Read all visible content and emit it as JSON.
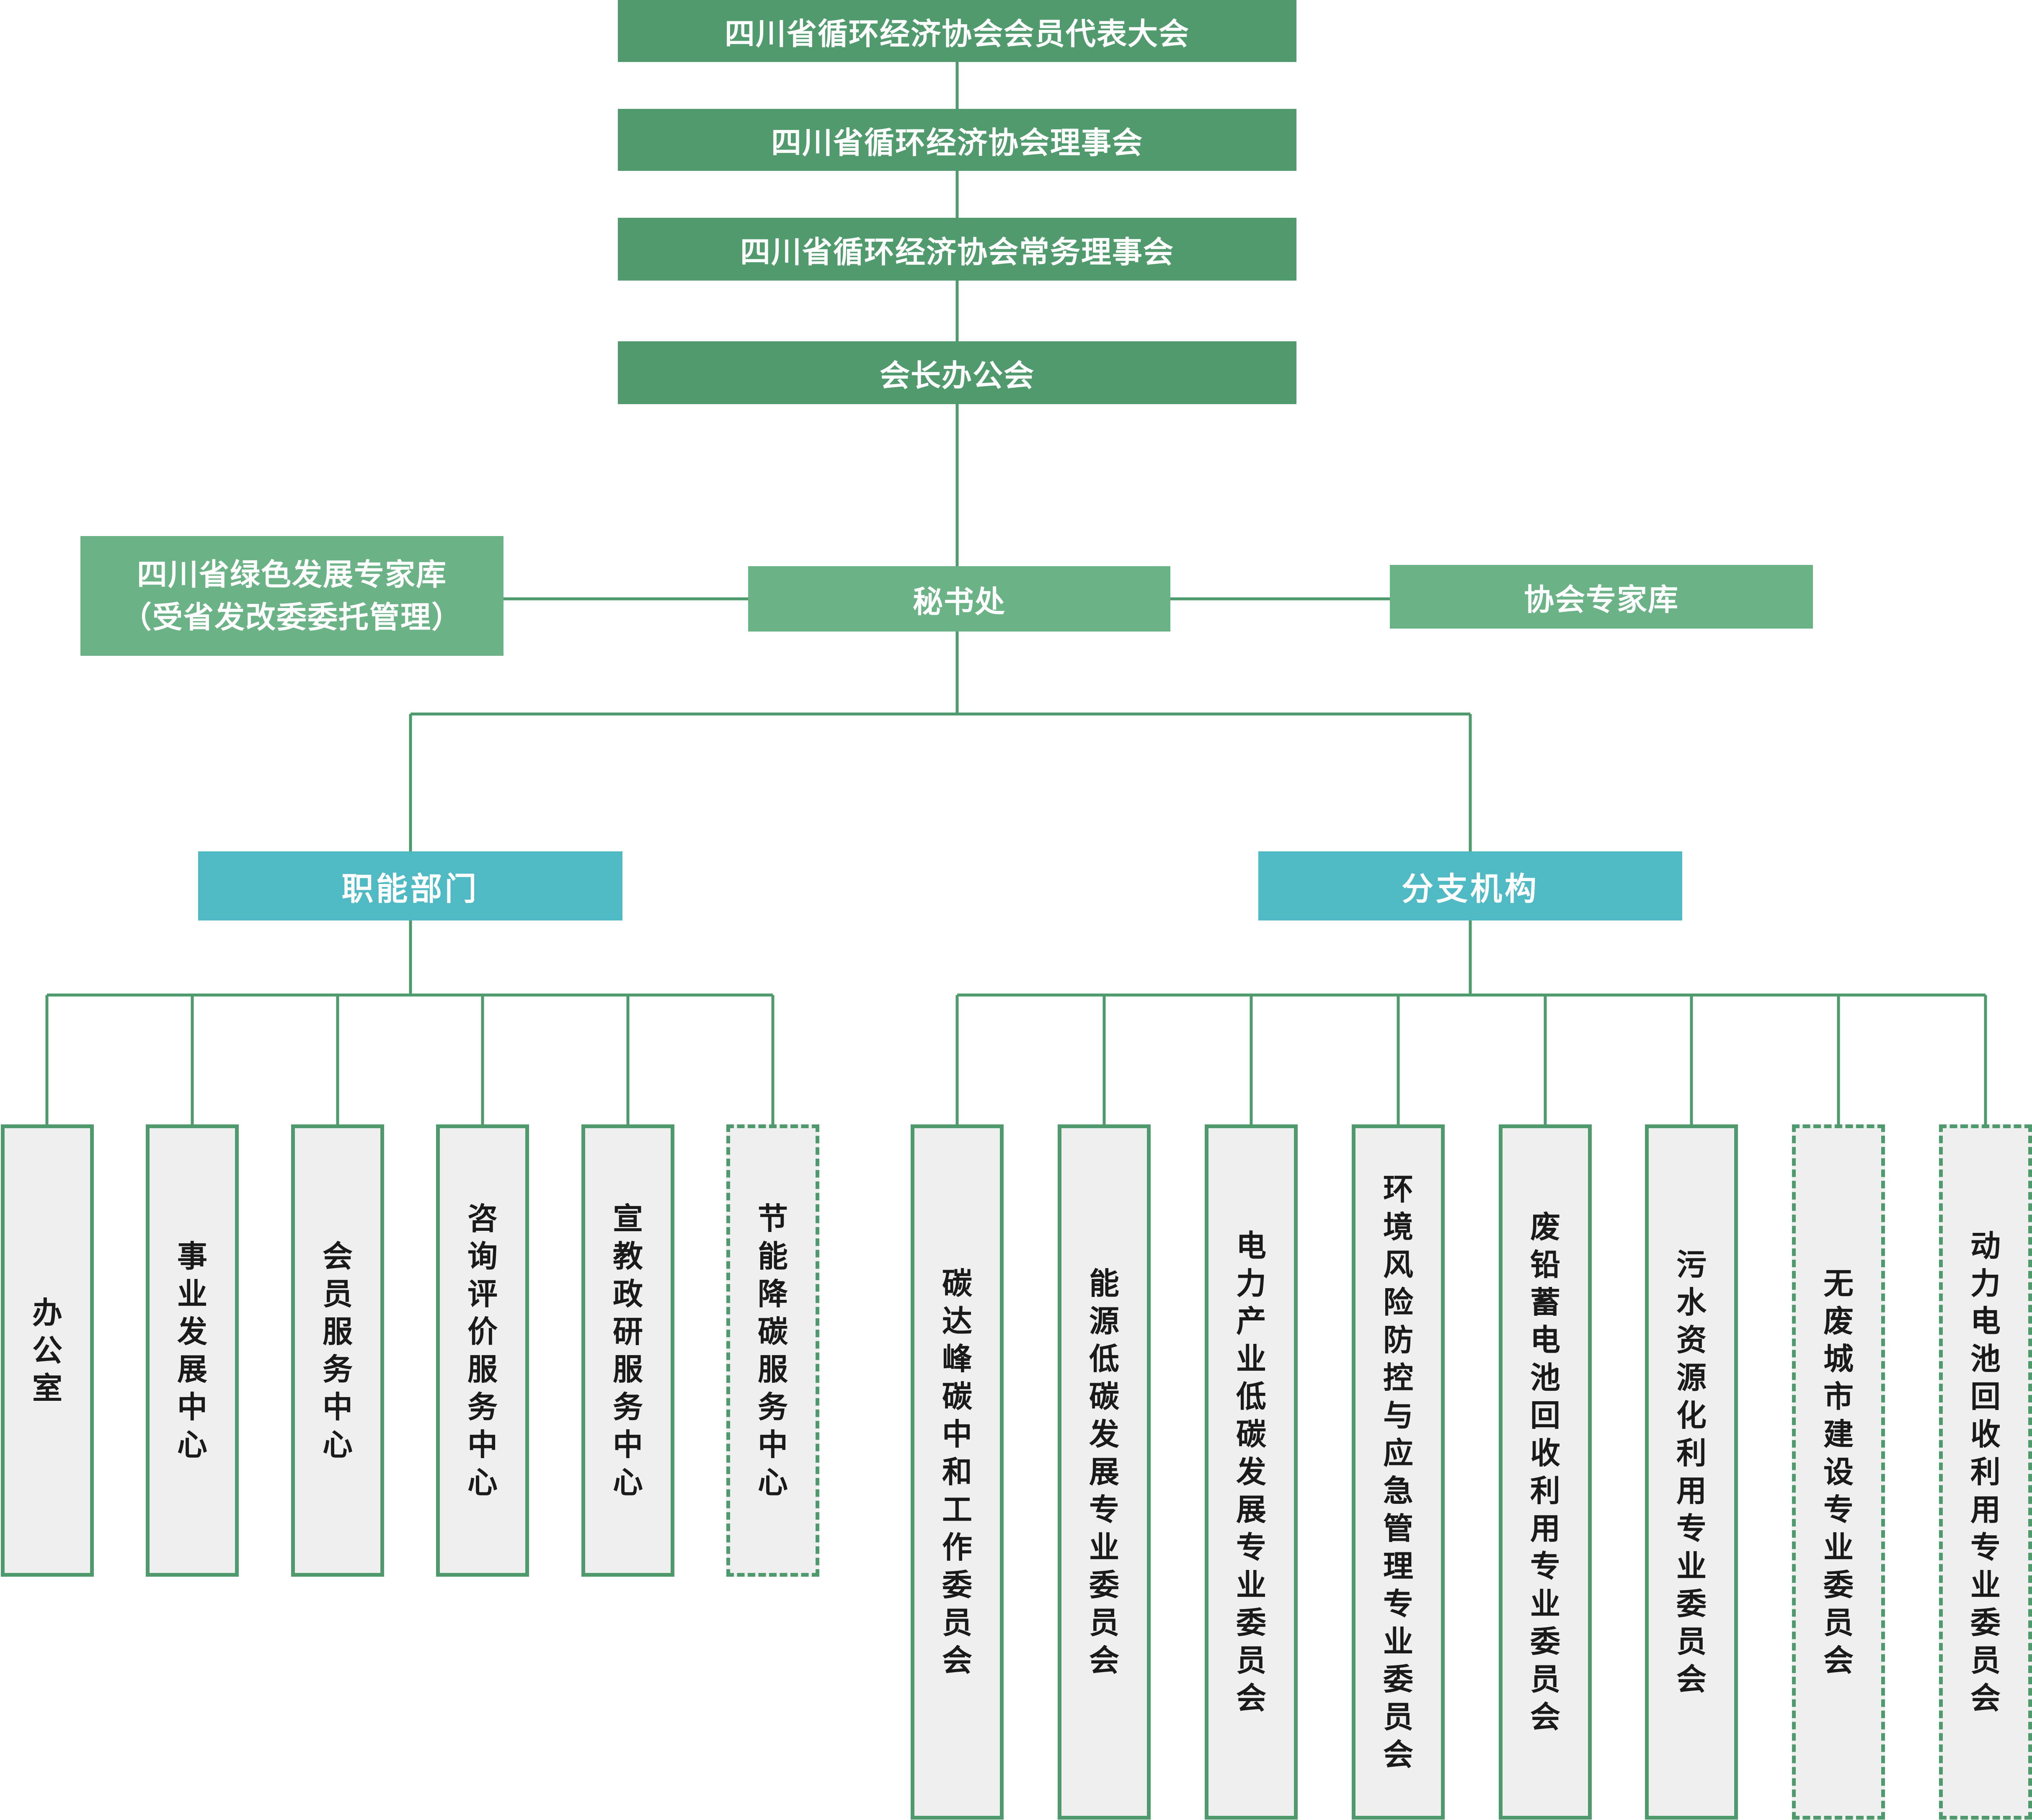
{
  "top_chain": [
    "四川省循环经济协会会员代表大会",
    "四川省循环经济协会理事会",
    "四川省循环经济协会常务理事会",
    "会长办公会"
  ],
  "secretariat": "秘书处",
  "left_expert": {
    "line1": "四川省绿色发展专家库",
    "line2": "（受省发改委委托管理）"
  },
  "right_expert": "协会专家库",
  "functional": {
    "title": "职能部门",
    "items": [
      "办公室",
      "事业发展中心",
      "会员服务中心",
      "咨询评价服务中心",
      "宣教政研服务中心",
      "节能降碳服务中心"
    ]
  },
  "branches": {
    "title": "分支机构",
    "items": [
      "碳达峰碳中和工作委员会",
      "能源低碳发展专业委员会",
      "电力产业低碳发展专业委员会",
      "环境风险防控与应急管理专业委员会",
      "废铅蓄电池回收利用专业委员会",
      "污水资源化利用专业委员会",
      "无废城市建设专业委员会",
      "动力电池回收利用专业委员会"
    ]
  },
  "colors": {
    "header": "#519a6d",
    "secondary": "#6cb287",
    "department": "#4fb9c4",
    "line": "#4f9a6c",
    "leaf_bg": "#efefef"
  }
}
